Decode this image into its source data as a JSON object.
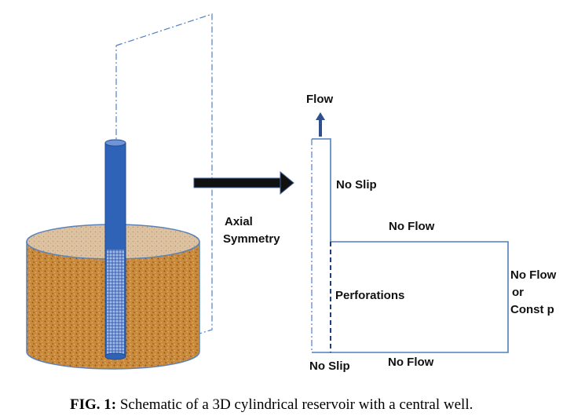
{
  "labels": {
    "flow": "Flow",
    "no_slip_top": "No Slip",
    "axial_line1": "Axial",
    "axial_line2": "Symmetry",
    "no_flow_top": "No Flow",
    "no_flow_right_1": "No Flow",
    "no_flow_right_2": "or",
    "no_flow_right_3": "Const p",
    "perforations": "Perforations",
    "no_slip_bottom": "No Slip",
    "no_flow_bottom": "No Flow"
  },
  "caption": {
    "prefix": "FIG. 1:",
    "text": " Schematic of a 3D cylindrical reservoir with a central well."
  },
  "colors": {
    "well_blue": "#2e63b8",
    "line_blue": "#4f7fc0",
    "sand": "#c98a3c",
    "sand_top": "#dcc2a0",
    "arrow": "#111111",
    "flow_arrow": "#2f4f8f"
  }
}
